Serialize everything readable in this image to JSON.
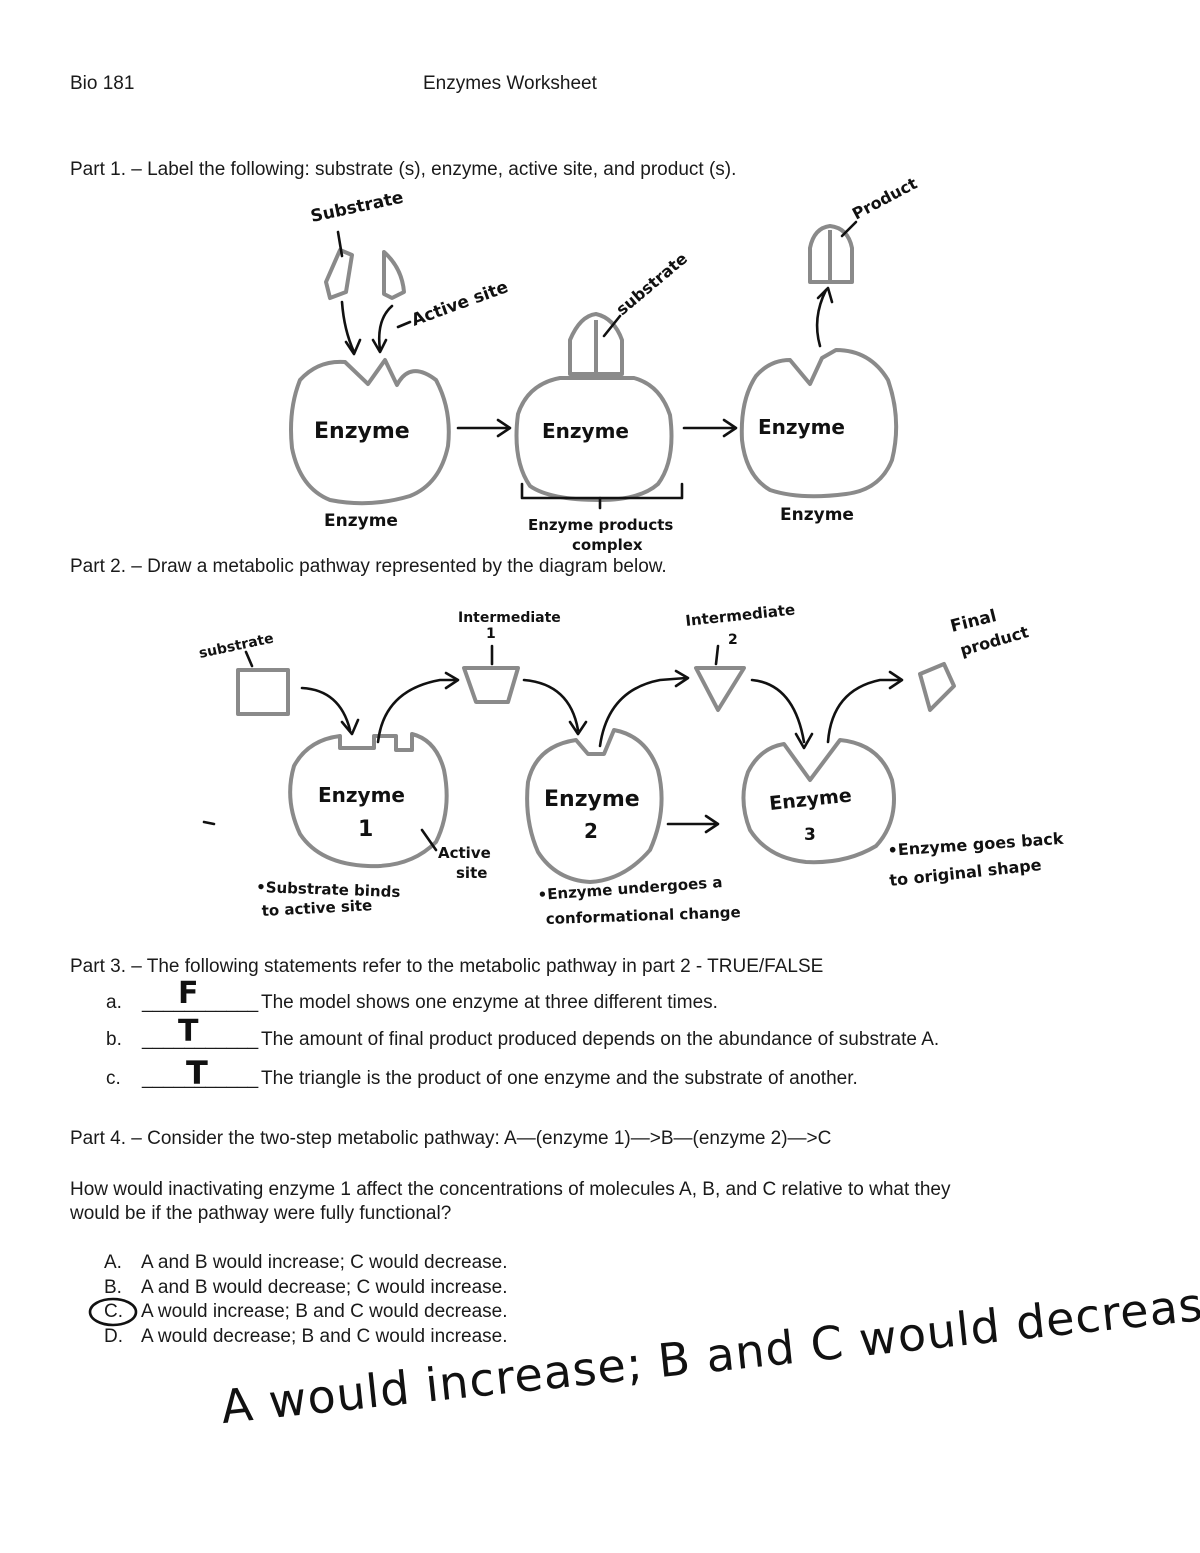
{
  "header": {
    "course": "Bio 181",
    "title": "Enzymes  Worksheet"
  },
  "part1": {
    "prompt": "Part 1. – Label the following: substrate (s), enzyme, active site, and product (s).",
    "labels": {
      "substrate_top": "Substrate",
      "active_site": "Active site",
      "product": "Product",
      "substrate_bound": "substrate",
      "enzyme_in_1": "Enzyme",
      "enzyme_in_2": "Enzyme",
      "enzyme_in_3": "Enzyme",
      "enzyme_below_1": "Enzyme",
      "complex_line1": "Enzyme products",
      "complex_line2": "complex",
      "enzyme_below_3": "Enzyme"
    }
  },
  "part2": {
    "prompt": "Part 2. – Draw a metabolic pathway represented by the diagram below.",
    "labels": {
      "substrate": "substrate",
      "intermediate1_l1": "Intermediate",
      "intermediate1_l2": "1",
      "intermediate2_l1": "Intermediate",
      "intermediate2_l2": "2",
      "final_l1": "Final",
      "final_l2": "product",
      "enzyme1_l1": "Enzyme",
      "enzyme1_l2": "1",
      "enzyme2_l1": "Enzyme",
      "enzyme2_l2": "2",
      "enzyme3_l1": "Enzyme",
      "enzyme3_l2": "3",
      "active_l1": "Active",
      "active_l2": "site",
      "note1_l1": "•Substrate binds",
      "note1_l2": "to active site",
      "note2_l1": "•Enzyme undergoes a",
      "note2_l2": "conformational change",
      "note3_l1": "•Enzyme goes back",
      "note3_l2": "to original shape"
    }
  },
  "part3": {
    "prompt": "Part 3. – The following statements refer to the metabolic pathway in part 2 - TRUE/FALSE",
    "items": [
      {
        "letter": "a.",
        "blank": "___________",
        "answer": "F",
        "text": "The model shows one enzyme at three different times."
      },
      {
        "letter": "b.",
        "blank": "___________",
        "answer": "T",
        "text": "The amount of final product produced depends on the abundance of substrate A."
      },
      {
        "letter": "c.",
        "blank": "___________",
        "answer": "T",
        "text": "The triangle is the product of one enzyme and the substrate of another."
      }
    ]
  },
  "part4": {
    "prompt": "Part 4. – Consider the two-step metabolic pathway: A—(enzyme 1)—>B—(enzyme 2)—>C",
    "question_line1": "How would inactivating enzyme 1 affect the concentrations of molecules A, B, and C relative to what they",
    "question_line2": "would be if the pathway were fully functional?",
    "options": [
      {
        "letter": "A.",
        "text": "A and B would increase; C would decrease."
      },
      {
        "letter": "B.",
        "text": "A and B would decrease; C would increase."
      },
      {
        "letter": "C.",
        "text": "A would increase; B and C would decrease."
      },
      {
        "letter": "D.",
        "text": "A would decrease; B and C would increase."
      }
    ],
    "handwritten_answer_line1": "A would increase; B and C would decrease"
  }
}
